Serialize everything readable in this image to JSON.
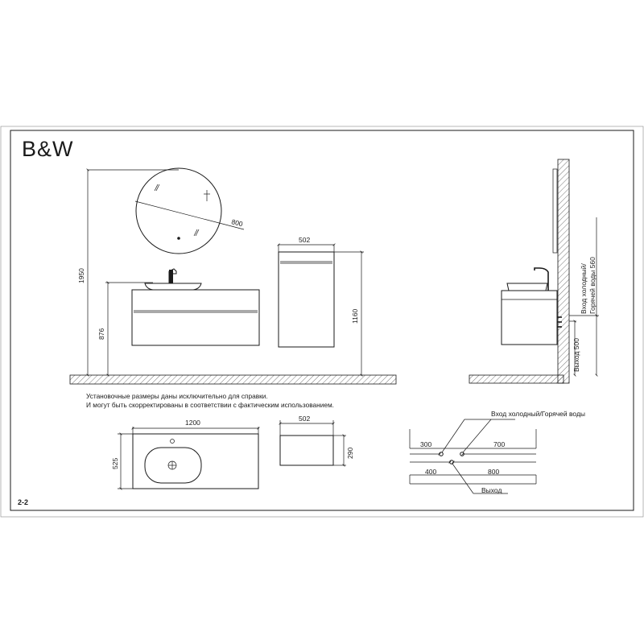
{
  "brand": {
    "logo_text": "B&W"
  },
  "sheet": {
    "number": "2-2"
  },
  "notes": [
    "Установочные размеры даны исключительно для справки.",
    "И могут быть скорректированы в соответствии с фактическим использованием."
  ],
  "front_view": {
    "mirror_diameter": "800",
    "mirror_height": "1950",
    "sink_height": "876",
    "pencil_case_width": "502",
    "pencil_case_height": "1160"
  },
  "side_view": {
    "inlet_label": "Вход холодный/\nГорячей воды 560",
    "outlet_label": "Выход 500"
  },
  "plan_view": {
    "vanity_width": "1200",
    "vanity_depth": "525",
    "pencil_case_width": "502",
    "pencil_case_depth": "290"
  },
  "connections": {
    "inlet_title": "Вход холодный/Горячей воды",
    "inlet_left": "300",
    "inlet_right": "700",
    "outlet_left": "400",
    "outlet_right": "800",
    "outlet_title": "Выход"
  }
}
